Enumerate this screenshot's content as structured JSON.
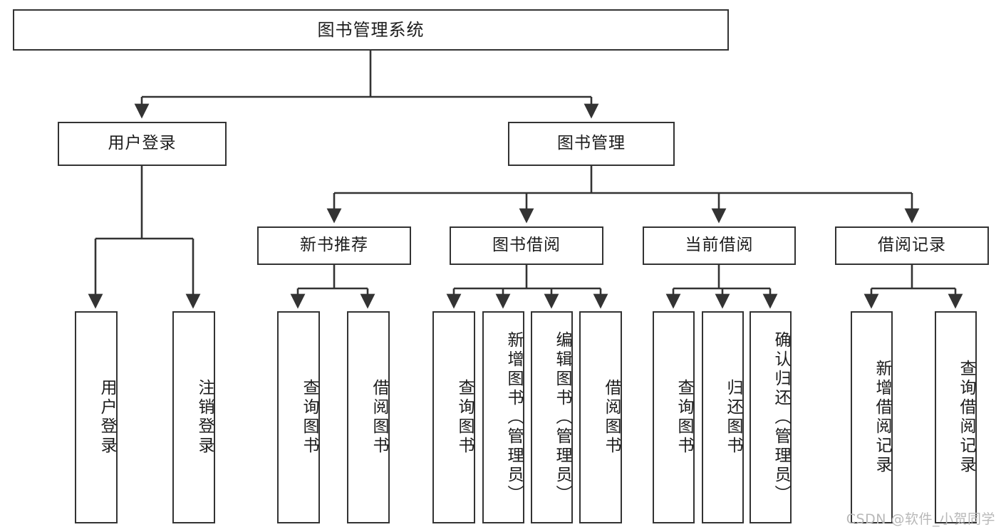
{
  "diagram": {
    "title": "图书管理系统",
    "type": "tree",
    "root": {
      "label": "图书管理系统",
      "orientation": "horizontal"
    },
    "level2": [
      {
        "label": "用户登录",
        "orientation": "horizontal"
      },
      {
        "label": "图书管理",
        "orientation": "horizontal"
      }
    ],
    "level3": [
      {
        "label": "新书推荐",
        "orientation": "horizontal"
      },
      {
        "label": "图书借阅",
        "orientation": "horizontal"
      },
      {
        "label": "当前借阅",
        "orientation": "horizontal"
      },
      {
        "label": "借阅记录",
        "orientation": "horizontal"
      }
    ],
    "leaves": {
      "user_login": [
        {
          "label": "用户登录",
          "orientation": "vertical"
        },
        {
          "label": "注销登录",
          "orientation": "vertical"
        }
      ],
      "new_book_recommend": [
        {
          "label": "查询图书",
          "orientation": "vertical"
        },
        {
          "label": "借阅图书",
          "orientation": "vertical"
        }
      ],
      "book_borrow": [
        {
          "label": "查询图书",
          "orientation": "vertical"
        },
        {
          "label": "新增图书（管理员）",
          "orientation": "vertical"
        },
        {
          "label": "编辑图书（管理员）",
          "orientation": "vertical"
        },
        {
          "label": "借阅图书",
          "orientation": "vertical"
        }
      ],
      "current_borrow": [
        {
          "label": "查询图书",
          "orientation": "vertical"
        },
        {
          "label": "归还图书",
          "orientation": "vertical"
        },
        {
          "label": "确认归还（管理员）",
          "orientation": "vertical"
        }
      ],
      "borrow_record": [
        {
          "label": "新增借阅记录",
          "orientation": "vertical"
        },
        {
          "label": "查询借阅记录",
          "orientation": "vertical"
        }
      ]
    },
    "colors": {
      "stroke": "#333333",
      "fill": "#ffffff",
      "text": "#1c1c1c",
      "watermark": "#b8b8b8"
    }
  },
  "watermark": {
    "text": "CSDN @软件_小贺同学"
  }
}
